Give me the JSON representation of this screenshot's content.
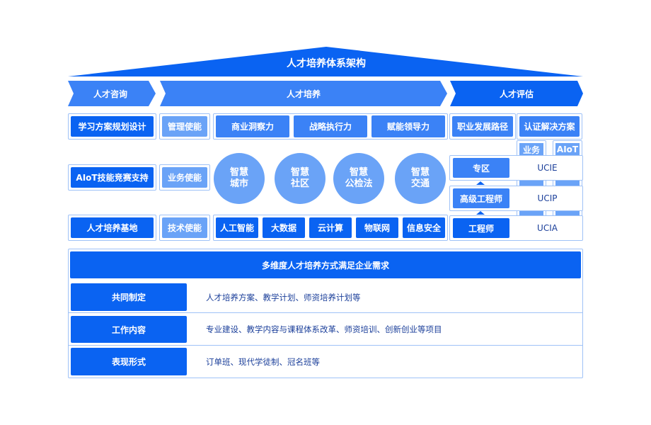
{
  "title": "人才培养体系架构",
  "phases": [
    "人才咨询",
    "人才培养",
    "人才评估"
  ],
  "consult": [
    "学习方案规划设计",
    "AIoT技能竞赛支持",
    "人才培养基地"
  ],
  "enable": [
    "管理使能",
    "业务使能",
    "技术使能"
  ],
  "leadership": [
    "商业洞察力",
    "战略执行力",
    "赋能领导力"
  ],
  "scenes": [
    [
      "智慧",
      "城市"
    ],
    [
      "智慧",
      "社区"
    ],
    [
      "智慧",
      "公检法"
    ],
    [
      "智慧",
      "交通"
    ]
  ],
  "tech": [
    "人工智能",
    "大数据",
    "云计算",
    "物联网",
    "信息安全"
  ],
  "assess": {
    "top": [
      "职业发展路径",
      "认证解决方案"
    ],
    "columns": [
      "业务",
      "AIoT"
    ],
    "levels": [
      {
        "name": "专区",
        "code": "UCIE"
      },
      {
        "name": "高级工程师",
        "code": "UCIP"
      },
      {
        "name": "工程师",
        "code": "UCIA"
      }
    ]
  },
  "bottom": {
    "header": "多维度人才培养方式满足企业需求",
    "rows": [
      {
        "label": "共同制定",
        "text": "人才培养方案、教学计划、师资培养计划等"
      },
      {
        "label": "工作内容",
        "text": "专业建设、教学内容与课程体系改革、师资培训、创新创业等项目"
      },
      {
        "label": "表现形式",
        "text": "订单班、现代学徒制、冠名班等"
      }
    ]
  }
}
